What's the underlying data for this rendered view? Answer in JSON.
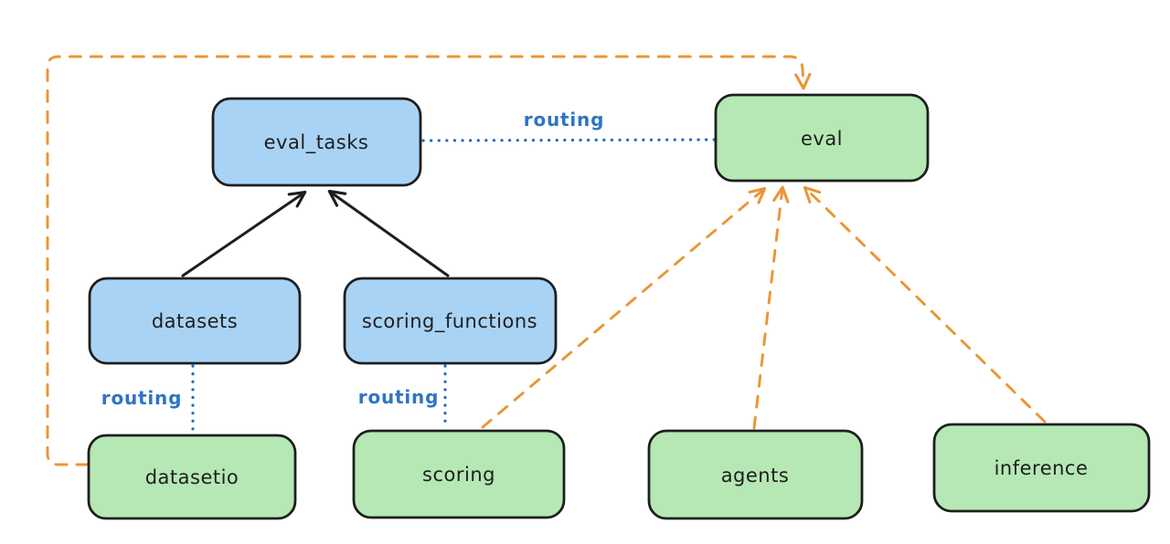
{
  "colors": {
    "background": "#ffffff",
    "node_stroke": "#1e1e1e",
    "blue_fill": "#a9d3f5",
    "green_fill": "#b5e8b4",
    "black_edge": "#1e1e1e",
    "orange_edge": "#ec9434",
    "blue_edge": "#1971c2",
    "routing_text": "#2f74c5",
    "node_text": "#1e1e1e"
  },
  "nodes": [
    {
      "id": "eval_tasks",
      "label": "eval_tasks",
      "color": "blue"
    },
    {
      "id": "eval",
      "label": "eval",
      "color": "green"
    },
    {
      "id": "datasets",
      "label": "datasets",
      "color": "blue"
    },
    {
      "id": "scoring_functions",
      "label": "scoring_functions",
      "color": "blue"
    },
    {
      "id": "datasetio",
      "label": "datasetio",
      "color": "green"
    },
    {
      "id": "scoring",
      "label": "scoring",
      "color": "green"
    },
    {
      "id": "agents",
      "label": "agents",
      "color": "green"
    },
    {
      "id": "inference",
      "label": "inference",
      "color": "green"
    }
  ],
  "edges": [
    {
      "from": "datasets",
      "to": "eval_tasks",
      "style": "solid",
      "color": "black",
      "arrow": true,
      "label": ""
    },
    {
      "from": "scoring_functions",
      "to": "eval_tasks",
      "style": "solid",
      "color": "black",
      "arrow": true,
      "label": ""
    },
    {
      "from": "eval_tasks",
      "to": "eval",
      "style": "dotted",
      "color": "blue",
      "arrow": false,
      "label": "routing"
    },
    {
      "from": "datasets",
      "to": "datasetio",
      "style": "dotted",
      "color": "blue",
      "arrow": false,
      "label": "routing"
    },
    {
      "from": "scoring_functions",
      "to": "scoring",
      "style": "dotted",
      "color": "blue",
      "arrow": false,
      "label": "routing"
    },
    {
      "from": "scoring",
      "to": "eval",
      "style": "dashed",
      "color": "orange",
      "arrow": true,
      "label": ""
    },
    {
      "from": "agents",
      "to": "eval",
      "style": "dashed",
      "color": "orange",
      "arrow": true,
      "label": ""
    },
    {
      "from": "inference",
      "to": "eval",
      "style": "dashed",
      "color": "orange",
      "arrow": true,
      "label": ""
    },
    {
      "from": "datasetio",
      "to": "eval",
      "style": "dashed",
      "color": "orange",
      "arrow": true,
      "label": "",
      "route": "around-left-top"
    }
  ]
}
